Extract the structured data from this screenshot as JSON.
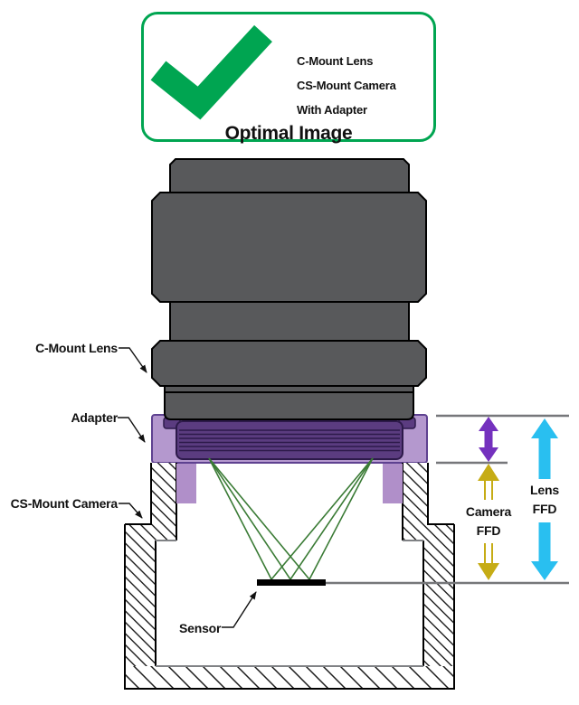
{
  "badge": {
    "icon": "checkmark-icon",
    "items": [
      "C-Mount Lens",
      "CS-Mount Camera",
      "With Adapter"
    ],
    "title": "Optimal Image"
  },
  "labels": {
    "lens": "C-Mount Lens",
    "adapter": "Adapter",
    "camera": "CS-Mount Camera",
    "sensor": "Sensor"
  },
  "measurements": {
    "camera_ffd": {
      "line1": "Camera",
      "line2": "FFD"
    },
    "lens_ffd": {
      "line1": "Lens",
      "line2": "FFD"
    }
  },
  "colors": {
    "badge_green": "#00A551",
    "lens_gray": "#58595B",
    "adapter_light_purple": "#B498CE",
    "adapter_outline_purple": "#5E4190",
    "threads_dark_purple": "#5B3C80",
    "thread_line_purple": "#2D1A4A",
    "leg_purple": "#B08FC9",
    "ray_green": "#3A7B35",
    "reference_gray": "#76777A",
    "gap_arrow_purple": "#7431BE",
    "camera_ffd_yellow": "#C6AC15",
    "lens_ffd_cyan": "#29BFF0",
    "sensor_black": "#000000"
  }
}
